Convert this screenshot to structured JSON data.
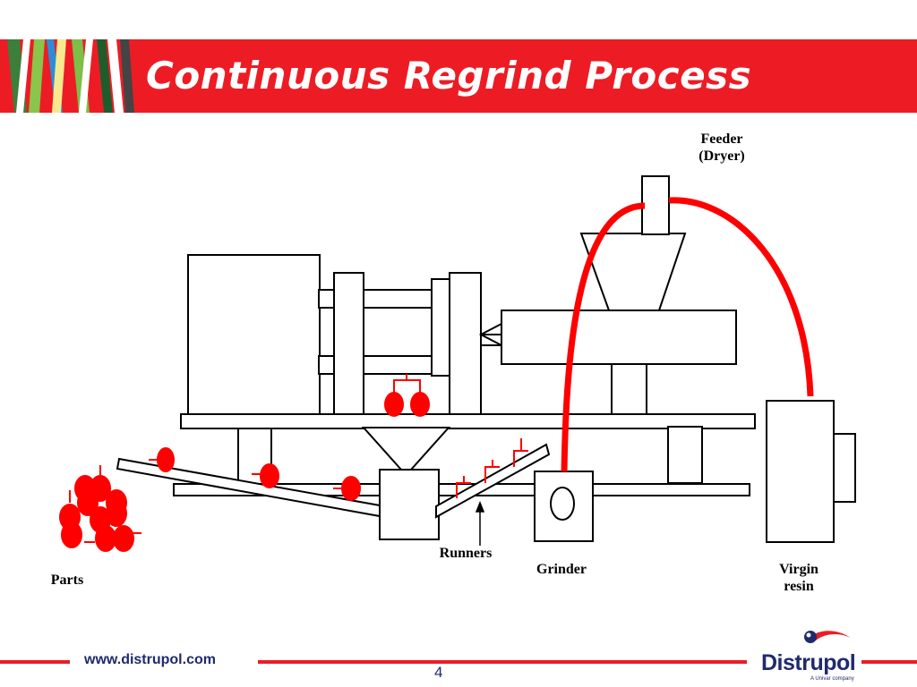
{
  "slide": {
    "title": "Continuous Regrind Process",
    "page_number": "4"
  },
  "labels": {
    "feeder_line1": "Feeder",
    "feeder_line2": "(Dryer)",
    "runners": "Runners",
    "grinder": "Grinder",
    "virgin_line1": "Virgin",
    "virgin_line2": "resin",
    "parts": "Parts"
  },
  "footer": {
    "url": "www.distrupol.com",
    "brand": "Distrupol",
    "brand_sub": "A Univar company"
  },
  "colors": {
    "accent_red": "#ed1c24",
    "part_red": "#ff0000",
    "brand_navy": "#1f2a6e"
  }
}
